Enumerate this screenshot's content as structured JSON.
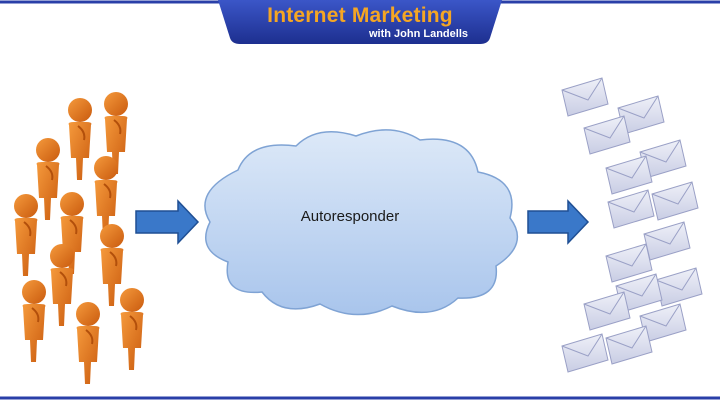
{
  "banner": {
    "title": "Internet Marketing",
    "subtitle": "with John Landells"
  },
  "diagram": {
    "process_label": "Autoresponder"
  },
  "colors": {
    "frame_blue": "#2a3fa8",
    "banner_text_orange": "#f5a623",
    "person_orange": "#e8731a",
    "arrow_blue": "#3a78c9",
    "cloud_fill": "#c3d8f3",
    "cloud_stroke": "#7fa3d4",
    "envelope_fill": "#dcdff0"
  },
  "icons": {
    "person": "person-icon",
    "arrow": "right-arrow-icon",
    "cloud": "cloud-icon",
    "envelope": "envelope-icon"
  }
}
